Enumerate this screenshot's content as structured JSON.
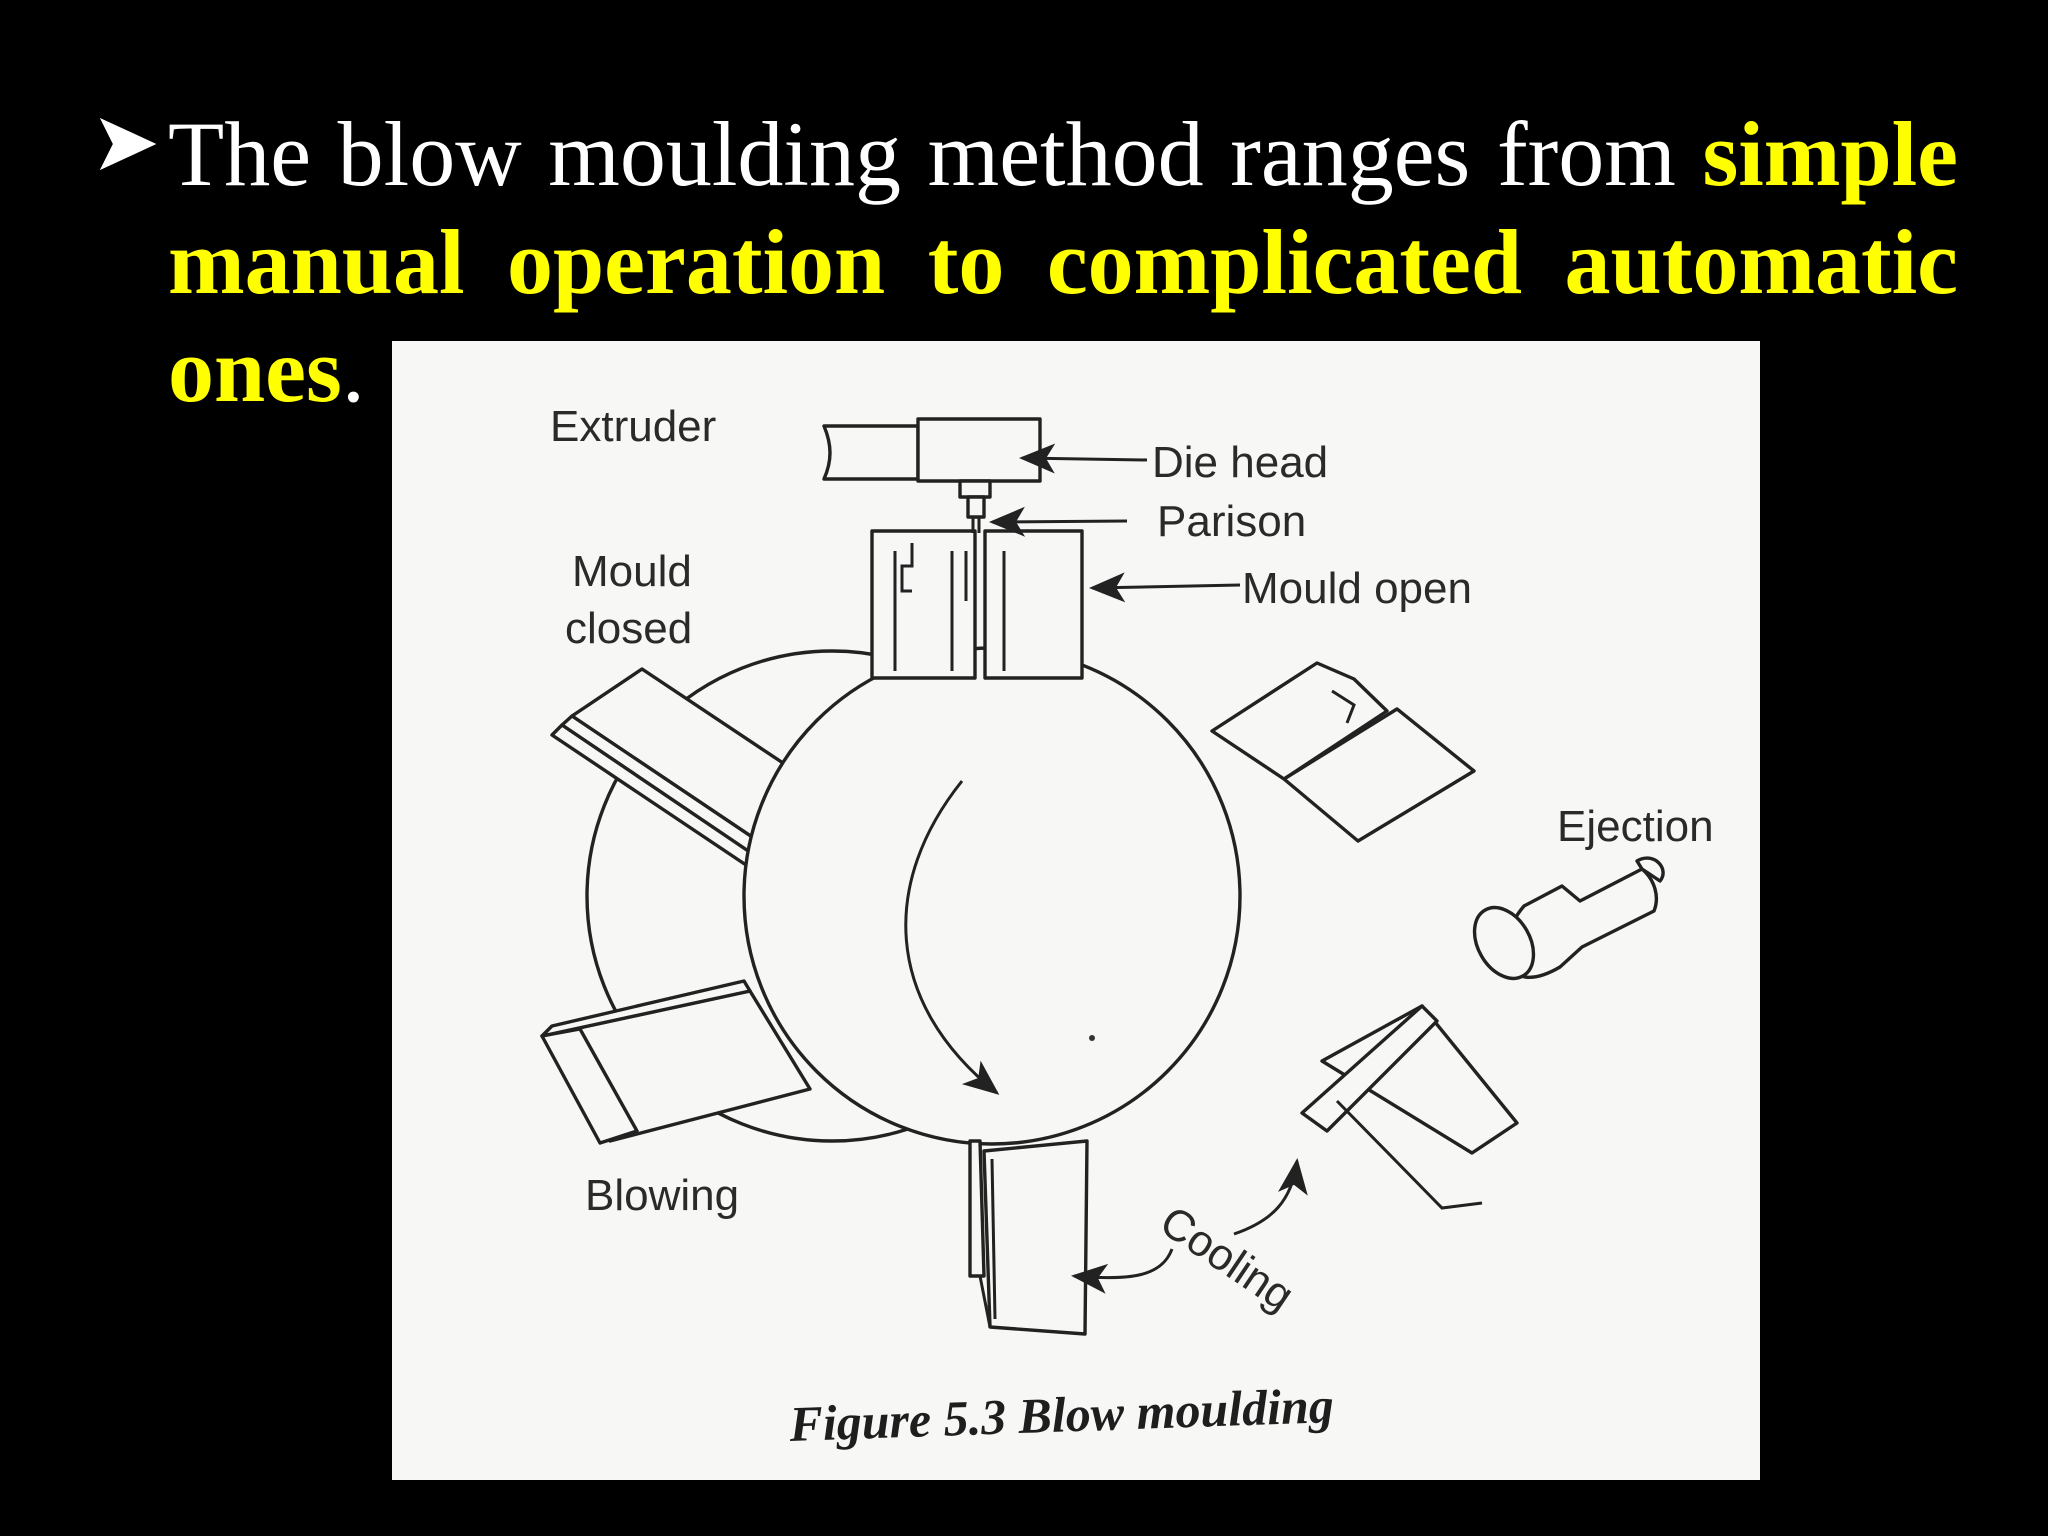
{
  "slide": {
    "bullet": {
      "text_before": "The blow moulding method ranges from ",
      "highlight": "simple manual operation to complicated automatic ones",
      "text_after": ".",
      "highlight_color": "#ffff00",
      "text_color": "#ffffff",
      "background": "#000000"
    }
  },
  "figure": {
    "labels": {
      "extruder": "Extruder",
      "die_head": "Die head",
      "parison": "Parison",
      "mould_open": "Mould open",
      "mould_closed_line1": "Mould",
      "mould_closed_line2": "closed",
      "ejection": "Ejection",
      "blowing": "Blowing",
      "cooling": "Cooling"
    },
    "caption": "Figure 5.3 Blow moulding"
  }
}
